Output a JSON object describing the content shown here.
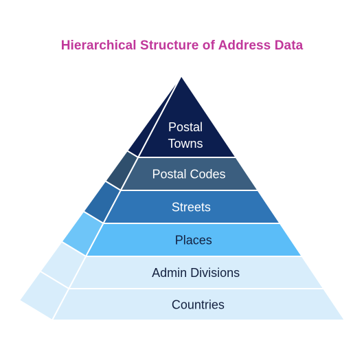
{
  "title": "Hierarchical Structure of Address Data",
  "colors": {
    "title": "#c0379a",
    "edge": "#ffffff"
  },
  "tiers": [
    {
      "name": "tier-postal-towns",
      "lines": [
        "Postal",
        "Towns"
      ],
      "front": "#0c1e4f",
      "side": "#0c1e4f",
      "text": "#ffffff"
    },
    {
      "name": "tier-postal-codes",
      "lines": [
        "Postal Codes"
      ],
      "front": "#3b5e7f",
      "side": "#2f4f6d",
      "text": "#ffffff"
    },
    {
      "name": "tier-streets",
      "lines": [
        "Streets"
      ],
      "front": "#2f75b6",
      "side": "#2a6aa6",
      "text": "#ffffff"
    },
    {
      "name": "tier-places",
      "lines": [
        "Places"
      ],
      "front": "#5bbdf8",
      "side": "#6ec5f8",
      "text": "#13203f"
    },
    {
      "name": "tier-admin-divisions",
      "lines": [
        "Admin Divisions"
      ],
      "front": "#d8edfb",
      "side": "#d8edfb",
      "text": "#13203f"
    },
    {
      "name": "tier-countries",
      "lines": [
        "Countries"
      ],
      "front": "#d8edfb",
      "side": "#d8edfb",
      "text": "#13203f"
    }
  ]
}
